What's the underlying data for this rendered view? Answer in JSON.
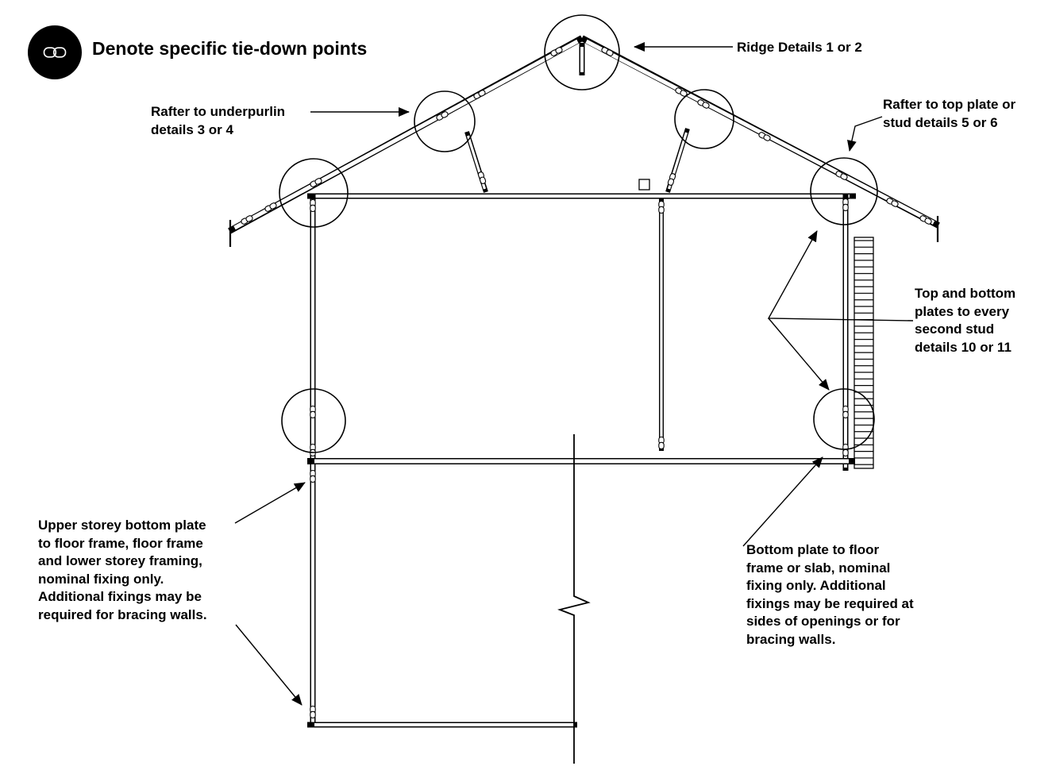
{
  "page": {
    "background": "#ffffff",
    "ink": "#000000"
  },
  "legend": {
    "symbol": "tie-down-point-circle",
    "label": "Denote specific tie-down points"
  },
  "annotations": {
    "ridge": "Ridge Details 1 or 2",
    "rafter_underpurlin": "Rafter to underpurlin\ndetails 3 or 4",
    "rafter_top_plate": "Rafter to top plate or\nstud details 5 or 6",
    "plates_second_stud": "Top and bottom\nplates to every\nsecond stud\ndetails 10 or 11",
    "upper_storey_plate": "Upper storey bottom plate\nto floor frame, floor frame\nand lower storey framing,\nnominal fixing only.\nAdditional fixings may be\nrequired for bracing walls.",
    "bottom_plate": "Bottom plate to floor\nframe or slab, nominal\nfixing only. Additional\nfixings may be required at\nsides of openings or for\nbracing walls."
  }
}
